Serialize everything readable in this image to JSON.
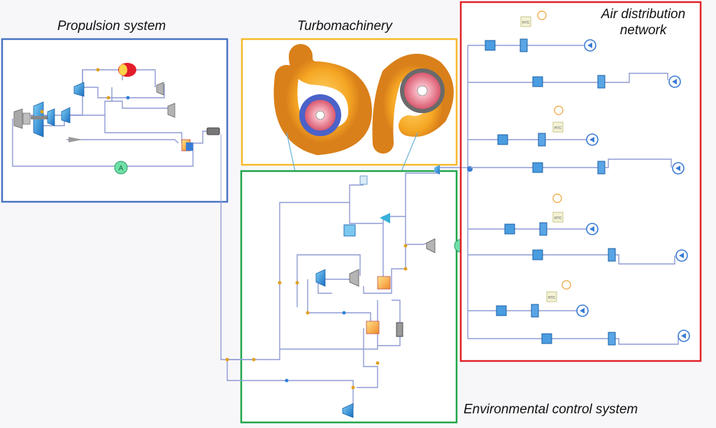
{
  "sections": {
    "propulsion": {
      "label": "Propulsion system",
      "color": "#4a74c4"
    },
    "turbo": {
      "label": "Turbomachinery",
      "color": "#f7b92a"
    },
    "air": {
      "label_line1": "Air distribution",
      "label_line2": "network",
      "color": "#e0232a"
    },
    "ecs": {
      "label": "Environmental control system",
      "color": "#1fa64a"
    }
  },
  "badges": {
    "accessory": "A",
    "htc": "HTC"
  },
  "icons": {
    "compressor": "compressor-icon",
    "turbine": "turbine-icon",
    "combustor": "combustor-icon",
    "heat_exchanger": "heat-exchanger-icon",
    "valve": "valve-icon",
    "fan": "fan-icon",
    "cabin": "cabin-outlet-icon"
  }
}
